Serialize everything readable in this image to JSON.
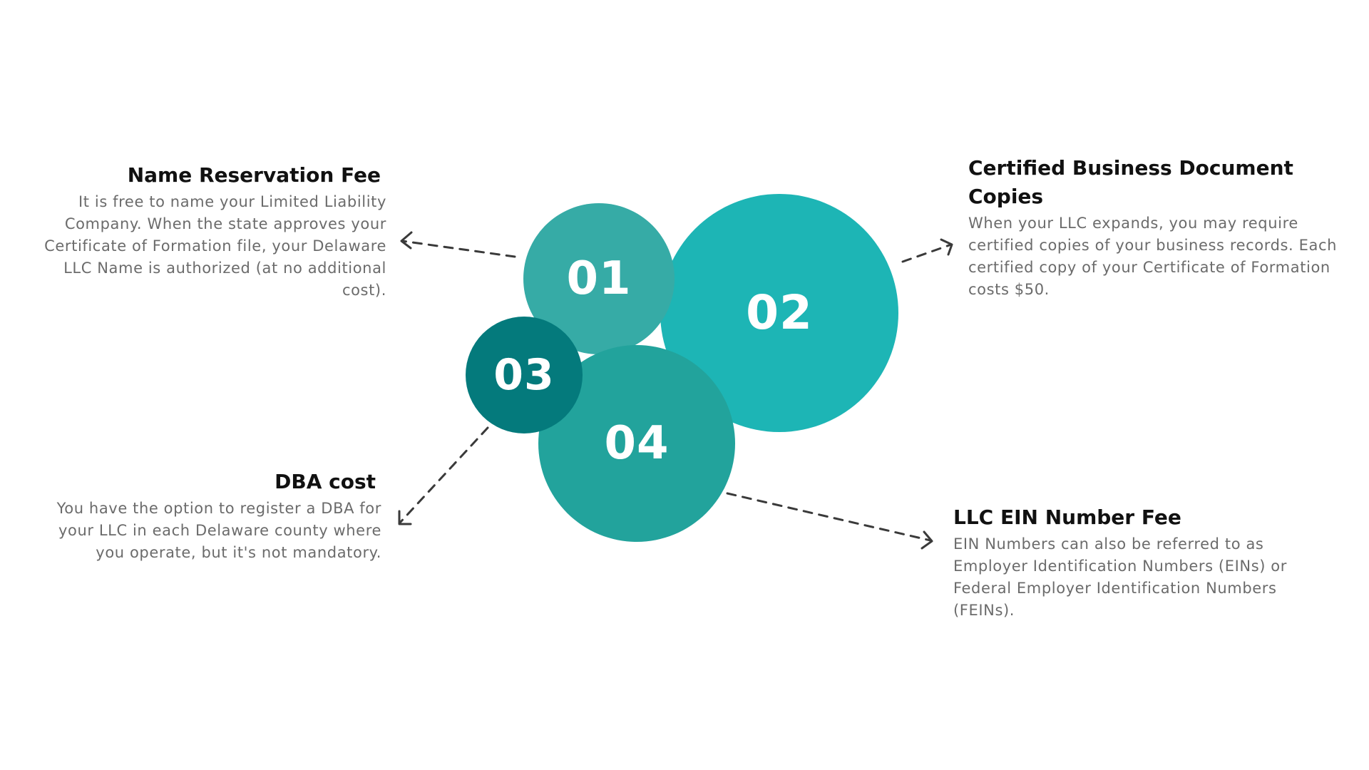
{
  "colors": {
    "circle_01": "#36aba6",
    "circle_02": "#1db5b5",
    "circle_03": "#047a7c",
    "circle_04": "#22a39c",
    "connector": "#3a3a3a",
    "title_text": "#111111",
    "body_text": "#6b6b6b",
    "background": "#ffffff"
  },
  "circles": [
    {
      "id": "01",
      "label": "01"
    },
    {
      "id": "02",
      "label": "02"
    },
    {
      "id": "03",
      "label": "03"
    },
    {
      "id": "04",
      "label": "04"
    }
  ],
  "blocks": [
    {
      "id": "name-reservation",
      "title": "Name Reservation Fee",
      "description": "It is free to name your Limited Liability Company. When the state approves your Certificate of Formation file, your Delaware LLC Name is authorized (at no additional cost)."
    },
    {
      "id": "certified-copies",
      "title": "Certified Business Document Copies",
      "description": "When your LLC expands, you may require certified copies of your business records. Each certified copy of your Certificate of Formation costs $50."
    },
    {
      "id": "dba-cost",
      "title": "DBA cost",
      "description": "You have the option to register a DBA for your LLC in each Delaware county where you operate, but it's not mandatory."
    },
    {
      "id": "ein-fee",
      "title": "LLC EIN Number Fee",
      "description": "EIN Numbers can also be referred to as Employer Identification Numbers (EINs) or Federal Employer Identification Numbers (FEINs)."
    }
  ]
}
